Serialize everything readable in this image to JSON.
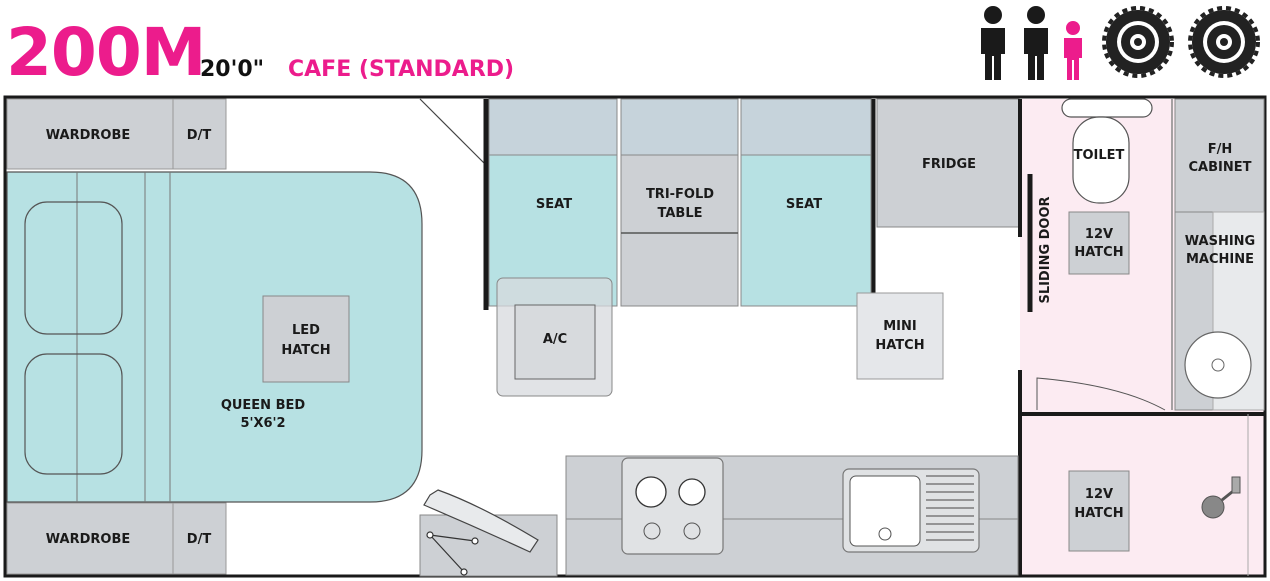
{
  "header": {
    "model": "200M",
    "length": "20'0\"",
    "layout_name": "CAFE (STANDARD)"
  },
  "colors": {
    "brand": "#ec1c8c",
    "teal": "#b7e1e3",
    "grey": "#cdd0d4",
    "blue_grey": "#c6d3db",
    "pink_bg": "#fcebf2",
    "wall": "#1a1a1a"
  },
  "capacity": {
    "berths": [
      {
        "icon": "person-icon",
        "color": "#1a1a1a"
      },
      {
        "icon": "person-icon",
        "color": "#1a1a1a"
      },
      {
        "icon": "child-icon",
        "color": "#ec1c8c"
      }
    ],
    "wheels": [
      "wheel-icon",
      "wheel-icon"
    ]
  },
  "labels": {
    "wardrobe_top": "WARDROBE",
    "dt_top": "D/T",
    "wardrobe_bottom": "WARDROBE",
    "dt_bottom": "D/T",
    "led_hatch_1": "LED",
    "led_hatch_2": "HATCH",
    "queen_bed_1": "QUEEN BED",
    "queen_bed_2": "5'X6'2",
    "seat_left": "SEAT",
    "table_1": "TRI-FOLD",
    "table_2": "TABLE",
    "seat_right": "SEAT",
    "ac": "A/C",
    "fridge": "FRIDGE",
    "mini_hatch_1": "MINI",
    "mini_hatch_2": "HATCH",
    "sliding_door": "SLIDING DOOR",
    "toilet": "TOILET",
    "hatch_12v_1": "12V",
    "hatch_12v_2": "HATCH",
    "fh_cabinet_1": "F/H",
    "fh_cabinet_2": "CABINET",
    "washing_1": "WASHING",
    "washing_2": "MACHINE",
    "hatch2_12v_1": "12V",
    "hatch2_12v_2": "HATCH"
  }
}
